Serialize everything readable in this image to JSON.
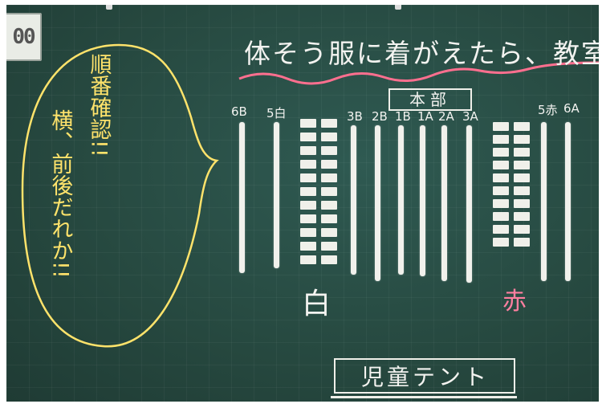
{
  "clock_text": "00",
  "title": "体そう服に着がえたら、教室",
  "headquarters": "本部",
  "lanes_left": [
    "6B",
    "5白"
  ],
  "lanes_center": [
    "3B",
    "2B",
    "1B",
    "1A",
    "2A",
    "3A"
  ],
  "lanes_right": [
    "5赤",
    "6A"
  ],
  "team_white": "白",
  "team_red": "赤",
  "tent": "児童テント",
  "bubble_col1": "順番確認!!",
  "bubble_col2": "横、前後だれか!!",
  "colors": {
    "board": "#2a4f47",
    "chalk_white": "#f2f2ee",
    "chalk_yellow": "#ffe36b",
    "chalk_pink": "#ff7fa0",
    "underline_pink": "#ff6f8f"
  }
}
